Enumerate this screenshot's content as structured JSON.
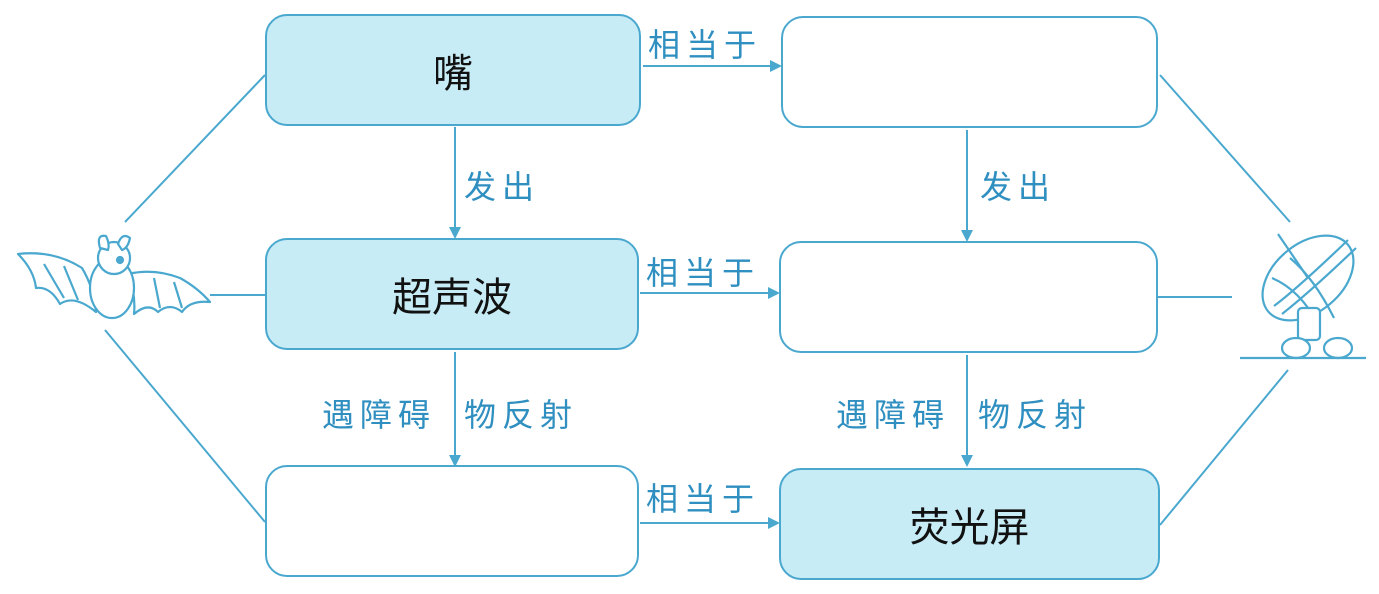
{
  "colors": {
    "line": "#4aa8cf",
    "label": "#2f8fc0",
    "box_fill": "#c8ecf6"
  },
  "boxes": {
    "left_top": "嘴",
    "left_mid": "超声波",
    "left_bottom": "",
    "right_top": "",
    "right_mid": "",
    "right_bottom": "荧光屏"
  },
  "labels": {
    "equiv_top": "相当于",
    "equiv_mid": "相当于",
    "equiv_bottom": "相当于",
    "emit_left": "发出",
    "emit_right": "发出",
    "reflect_left_a": "遇障碍",
    "reflect_left_b": "物反射",
    "reflect_right_a": "遇障碍",
    "reflect_right_b": "物反射"
  },
  "icons": {
    "left": "bat-icon",
    "right": "radar-dish-icon"
  }
}
